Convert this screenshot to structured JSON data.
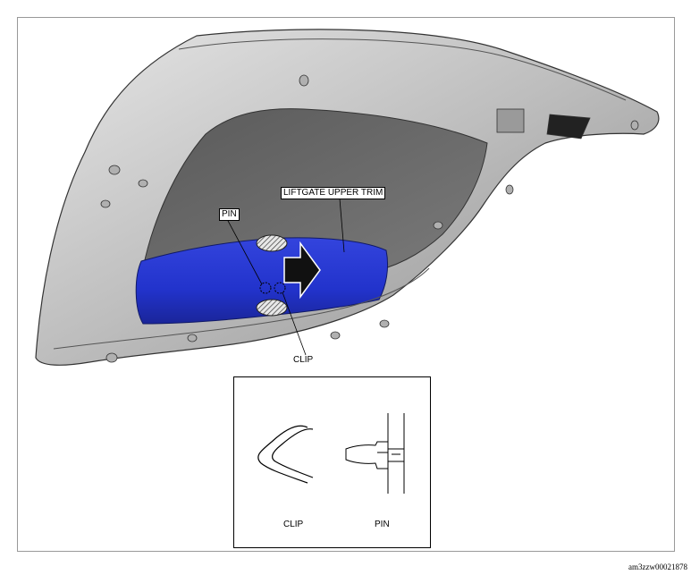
{
  "labels": {
    "trim": "LIFTGATE UPPER TRIM",
    "pin": "PIN",
    "clip": "CLIP",
    "inset_clip": "CLIP",
    "inset_pin": "PIN"
  },
  "figure_code": "am3zzw00021878",
  "colors": {
    "trim_blue": "#2233cc",
    "panel_gray": "#6a6a6a",
    "frame_gray": "#c8c8c8"
  }
}
